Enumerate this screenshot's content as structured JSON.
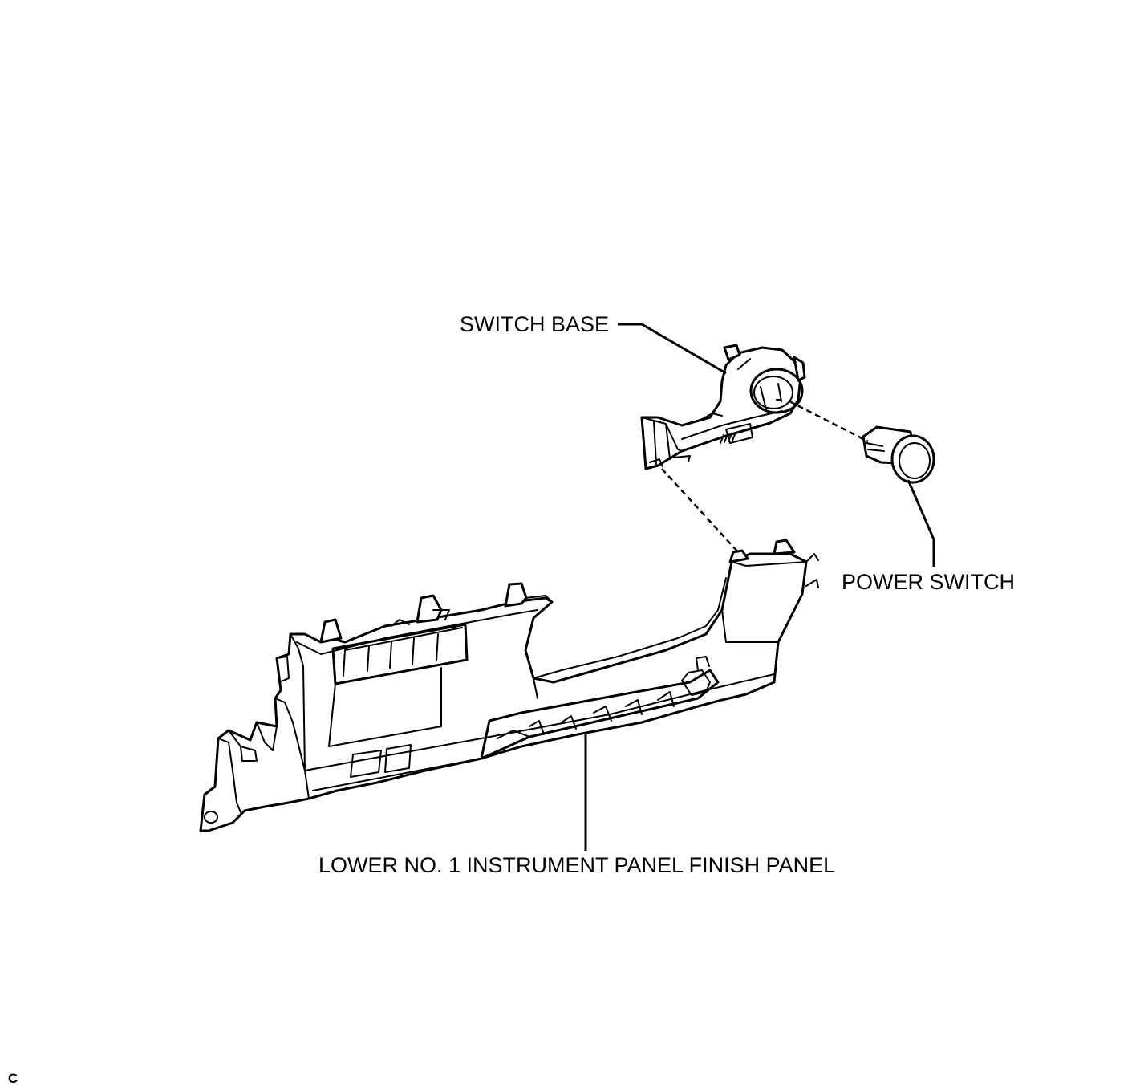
{
  "diagram": {
    "labels": {
      "switch_base": "SWITCH BASE",
      "power_switch": "POWER SWITCH",
      "lower_panel": "LOWER NO. 1 INSTRUMENT PANEL FINISH PANEL",
      "corner_mark": "C"
    },
    "line_color": "#000000",
    "background": "#ffffff"
  }
}
